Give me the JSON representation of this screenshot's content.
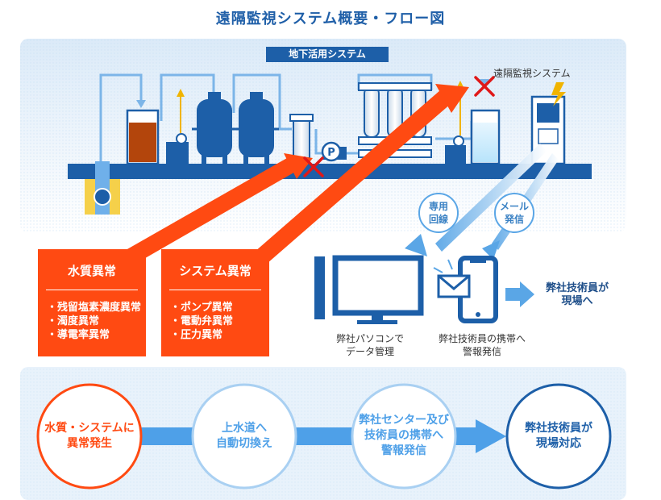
{
  "title": "遠隔監視システム概要・フロー図",
  "system_label": "地下活用システム",
  "remote_label": "遠隔監視システム",
  "badges": {
    "dedicated": [
      "専用",
      "回線"
    ],
    "mail": [
      "メール",
      "発信"
    ]
  },
  "water_box": {
    "title": "水質異常",
    "items": [
      "・残留塩素濃度異常",
      "・濁度異常",
      "・導電率異常"
    ]
  },
  "system_box": {
    "title": "システム異常",
    "items": [
      "・ポンプ異常",
      "・電動弁異常",
      "・圧力異常"
    ]
  },
  "pc_label": [
    "弊社パソコンで",
    "データ管理"
  ],
  "mobile_label": [
    "弊社技術員の携帯へ",
    "警報発信"
  ],
  "tech_label": [
    "弊社技術員が",
    "現場へ"
  ],
  "pump_letter": "P",
  "flow": [
    {
      "lines": [
        "水質・システムに",
        "異常発生"
      ]
    },
    {
      "lines": [
        "上水道へ",
        "自動切換え"
      ]
    },
    {
      "lines": [
        "弊社センター及び",
        "技術員の携帯へ",
        "警報発信"
      ]
    },
    {
      "lines": [
        "弊社技術員が",
        "現場対応"
      ]
    }
  ],
  "colors": {
    "primary_blue": "#1d5fa8",
    "light_blue": "#5aa6e6",
    "alert_orange": "#ff4a12",
    "panel_bg": "#e8f2fb"
  }
}
